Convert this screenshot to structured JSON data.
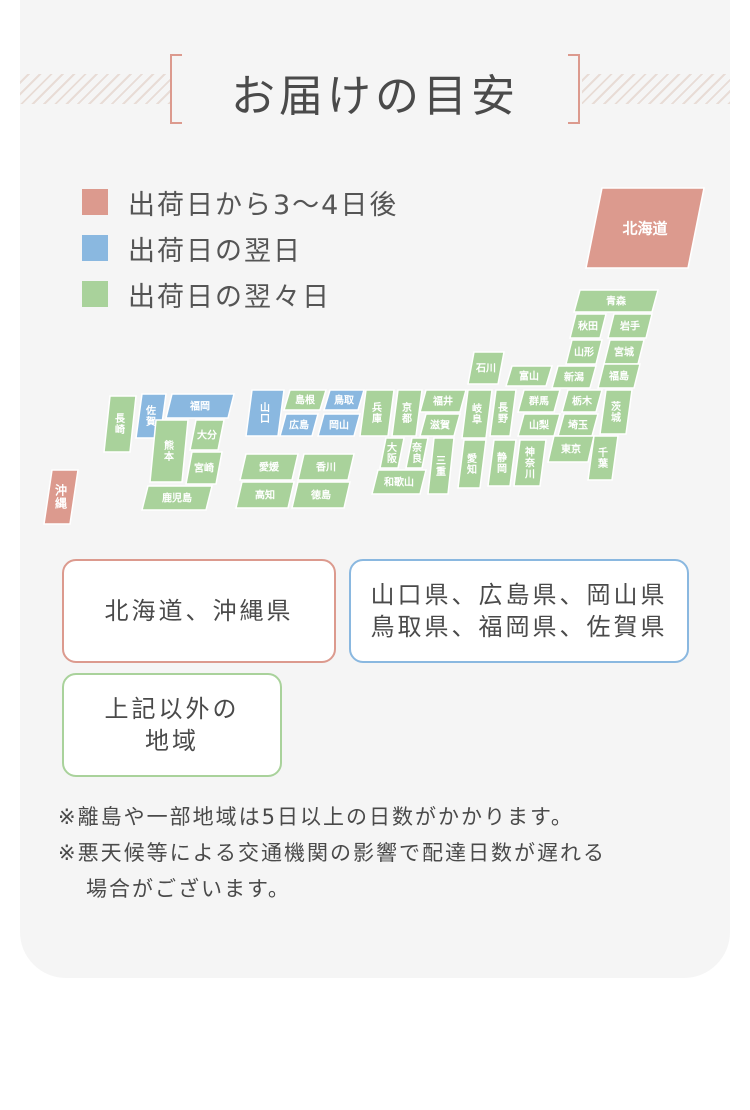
{
  "title": "お届けの目安",
  "colors": {
    "red": "#dc9a8e",
    "blue": "#8ab8e0",
    "green": "#a9d29b"
  },
  "legend": [
    {
      "label": "出荷日から3〜4日後",
      "color": "#dc9a8e"
    },
    {
      "label": "出荷日の翌日",
      "color": "#8ab8e0"
    },
    {
      "label": "出荷日の翌々日",
      "color": "#a9d29b"
    }
  ],
  "map": {
    "prefectures": [
      {
        "name": "北海道",
        "region": "red"
      },
      {
        "name": "沖縄",
        "region": "red"
      },
      {
        "name": "青森",
        "region": "green"
      },
      {
        "name": "秋田",
        "region": "green"
      },
      {
        "name": "岩手",
        "region": "green"
      },
      {
        "name": "山形",
        "region": "green"
      },
      {
        "name": "宮城",
        "region": "green"
      },
      {
        "name": "石川",
        "region": "green"
      },
      {
        "name": "富山",
        "region": "green"
      },
      {
        "name": "新潟",
        "region": "green"
      },
      {
        "name": "福島",
        "region": "green"
      },
      {
        "name": "福井",
        "region": "green"
      },
      {
        "name": "岐阜",
        "region": "green"
      },
      {
        "name": "長野",
        "region": "green"
      },
      {
        "name": "群馬",
        "region": "green"
      },
      {
        "name": "栃木",
        "region": "green"
      },
      {
        "name": "茨城",
        "region": "green"
      },
      {
        "name": "滋賀",
        "region": "green"
      },
      {
        "name": "山梨",
        "region": "green"
      },
      {
        "name": "埼玉",
        "region": "green"
      },
      {
        "name": "兵庫",
        "region": "green"
      },
      {
        "name": "京都",
        "region": "green"
      },
      {
        "name": "大阪",
        "region": "green"
      },
      {
        "name": "奈良",
        "region": "green"
      },
      {
        "name": "三重",
        "region": "green"
      },
      {
        "name": "愛知",
        "region": "green"
      },
      {
        "name": "静岡",
        "region": "green"
      },
      {
        "name": "神奈川",
        "region": "green"
      },
      {
        "name": "東京",
        "region": "green"
      },
      {
        "name": "千葉",
        "region": "green"
      },
      {
        "name": "和歌山",
        "region": "green"
      },
      {
        "name": "島根",
        "region": "green"
      },
      {
        "name": "鳥取",
        "region": "blue"
      },
      {
        "name": "山口",
        "region": "blue"
      },
      {
        "name": "広島",
        "region": "blue"
      },
      {
        "name": "岡山",
        "region": "blue"
      },
      {
        "name": "福岡",
        "region": "blue"
      },
      {
        "name": "佐賀",
        "region": "blue"
      },
      {
        "name": "長崎",
        "region": "green"
      },
      {
        "name": "熊本",
        "region": "green"
      },
      {
        "name": "大分",
        "region": "green"
      },
      {
        "name": "宮崎",
        "region": "green"
      },
      {
        "name": "鹿児島",
        "region": "green"
      },
      {
        "name": "愛媛",
        "region": "green"
      },
      {
        "name": "香川",
        "region": "green"
      },
      {
        "name": "高知",
        "region": "green"
      },
      {
        "name": "徳島",
        "region": "green"
      }
    ]
  },
  "boxes": {
    "red_text": "北海道、沖縄県",
    "blue_line1": "山口県、広島県、岡山県",
    "blue_line2": "鳥取県、福岡県、佐賀県",
    "green_line1": "上記以外の",
    "green_line2": "地域"
  },
  "notes": {
    "line1": "※離島や一部地域は5日以上の日数がかかります。",
    "line2": "※悪天候等による交通機関の影響で配達日数が遅れる",
    "line3": "場合がございます。"
  }
}
